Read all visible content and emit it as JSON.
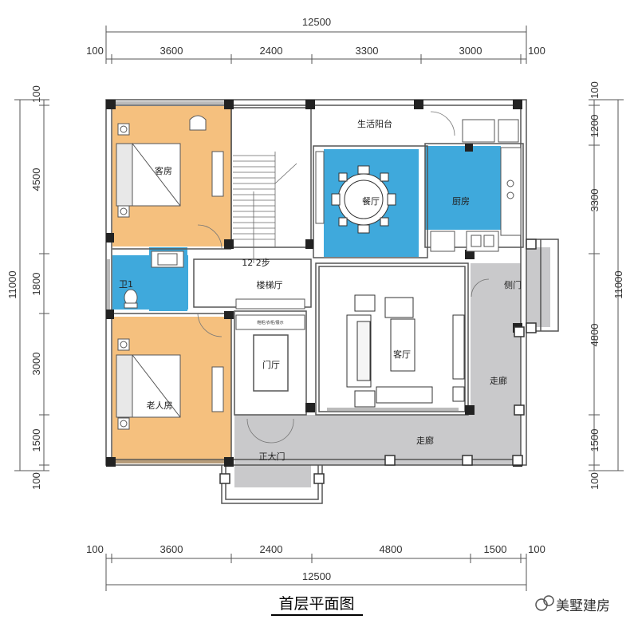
{
  "title": "首层平面图",
  "watermark": "美墅建房",
  "colors": {
    "bedroom": "#f5c07e",
    "blue": "#3fa9dc",
    "corridor": "#c9c9cb",
    "wall": "#222222",
    "line": "#555555"
  },
  "dims": {
    "top_total": "12500",
    "bottom_total": "12500",
    "top_segments": [
      "100",
      "3600",
      "2400",
      "3300",
      "3000",
      "100"
    ],
    "bottom_segments": [
      "100",
      "3600",
      "2400",
      "4800",
      "1500",
      "100"
    ],
    "left_total": "11000",
    "right_total": "11000",
    "left_segments": [
      "100",
      "4500",
      "1800",
      "3000",
      "1500",
      "100"
    ],
    "right_segments": [
      "100",
      "1200",
      "3300",
      "4800",
      "1500",
      "100"
    ]
  },
  "rooms": {
    "guest_room": "客房",
    "bathroom": "卫1",
    "elder_room": "老人房",
    "dining": "餐厅",
    "kitchen": "厨房",
    "utility_balcony": "生活阳台",
    "stair_hall": "楼梯厅",
    "foyer": "门厅",
    "living": "客厅",
    "side_door": "侧门",
    "main_door": "正大门",
    "corridor_bottom": "走廊",
    "corridor_right": "走廊"
  },
  "annotations": {
    "steps": "12 2步",
    "cabinet": "鞋柜/衣柜/展示"
  },
  "icons": [
    "bed-icon",
    "toilet-icon",
    "sink-icon",
    "dining-table-icon",
    "sofa-icon",
    "armchair-icon",
    "stove-icon",
    "door-swing-icon",
    "watermark-logo-icon"
  ]
}
